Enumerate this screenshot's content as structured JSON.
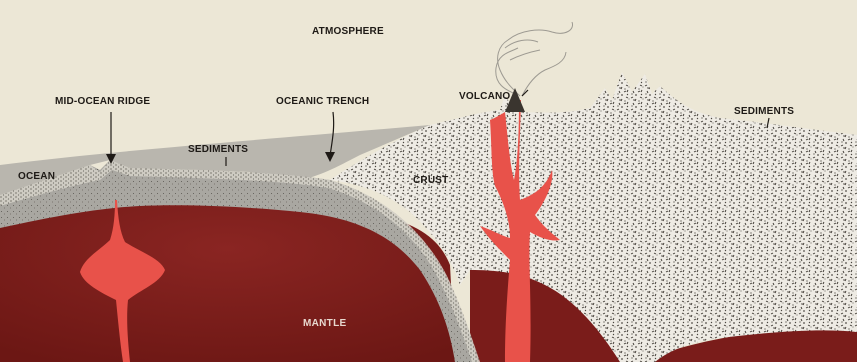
{
  "diagram": {
    "labels": {
      "atmosphere": "ATMOSPHERE",
      "mid_ocean_ridge": "MID-OCEAN RIDGE",
      "oceanic_trench": "OCEANIC TRENCH",
      "volcano": "VOLCANO",
      "sediments_ocean": "SEDIMENTS",
      "sediments_land": "SEDIMENTS",
      "ocean": "OCEAN",
      "crust": "CRUST",
      "mantle": "MANTLE"
    },
    "colors": {
      "atmosphere": "#ece7d6",
      "ocean_water": "#b9b6ae",
      "oceanic_crust": "#a8a6a0",
      "continental_crust": "#eeebe4",
      "mantle": "#7e1e1c",
      "magma": "#e8524a",
      "ink": "#1e1a16"
    }
  }
}
